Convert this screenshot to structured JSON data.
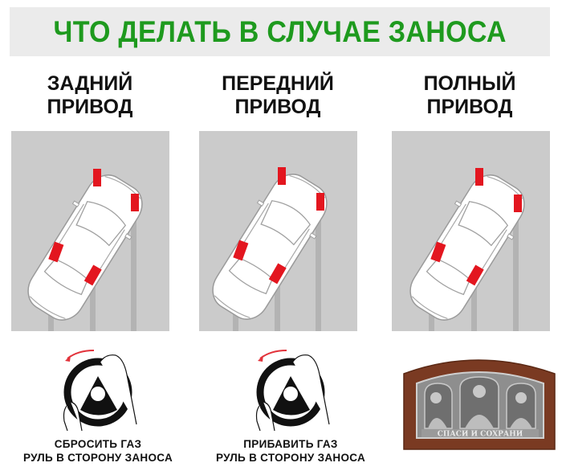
{
  "title": "ЧТО ДЕЛАТЬ В СЛУЧАЕ ЗАНОСА",
  "colors": {
    "title_green": "#1e9a1e",
    "title_bg": "#ebebeb",
    "panel_bg": "#cbcbcb",
    "track": "#b3b3b3",
    "wheel_red": "#e3161f",
    "arrow_red": "#e2333b",
    "wood": "#7a3a22",
    "silver": "#9a9a9a"
  },
  "columns": [
    {
      "heading_line1": "ЗАДНИЙ",
      "heading_line2": "ПРИВОД",
      "illustration": "car-skid-rear-wheel-drive",
      "action_line1": "СБРОСИТЬ ГАЗ",
      "action_line2": "РУЛЬ В СТОРОНУ ЗАНОСА",
      "action_icon": "steering-wheel-turn-left"
    },
    {
      "heading_line1": "ПЕРЕДНИЙ",
      "heading_line2": "ПРИВОД",
      "illustration": "car-skid-front-wheel-drive",
      "action_line1": "ПРИБАВИТЬ ГАЗ",
      "action_line2": "РУЛЬ В СТОРОНУ ЗАНОСА",
      "action_icon": "steering-wheel-turn-left"
    },
    {
      "heading_line1": "ПОЛНЫЙ",
      "heading_line2": "ПРИВОД",
      "illustration": "car-skid-all-wheel-drive"
    }
  ],
  "plaque": {
    "inscription": "СПАСИ И СОХРАНИ",
    "image": "triptych-icon-plaque"
  }
}
